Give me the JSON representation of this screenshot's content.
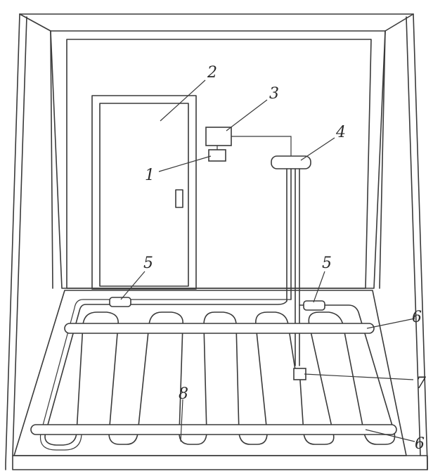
{
  "labels": {
    "l1": "1",
    "l2": "2",
    "l3": "3",
    "l4": "4",
    "l5a": "5",
    "l5b": "5",
    "l6a": "6",
    "l6b": "6",
    "l7": "7",
    "l8": "8"
  },
  "colors": {
    "stroke": "#3a3a3a",
    "background": "#ffffff"
  }
}
